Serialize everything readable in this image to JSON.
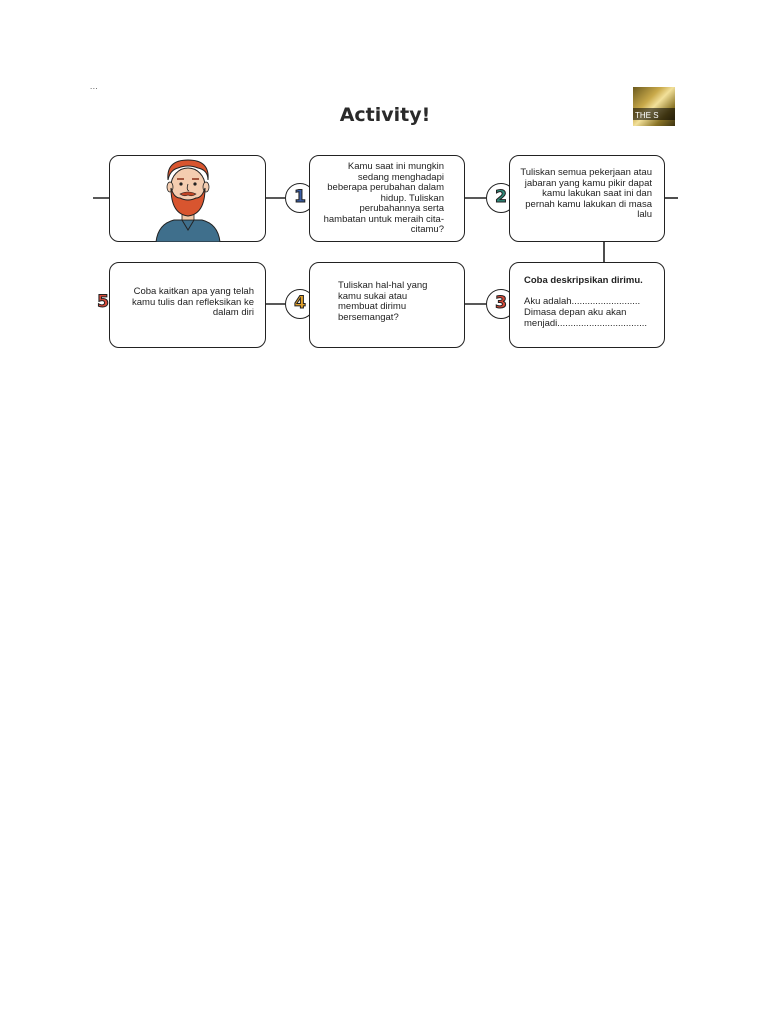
{
  "header": {
    "cut_text": "...",
    "title": "Activity!",
    "thumbnail_label": "THE S"
  },
  "steps": [
    {
      "number": "1",
      "color": "#3b5fa8",
      "text": "Kamu saat ini mungkin sedang menghadapi beberapa perubahan dalam hidup. Tuliskan perubahannya serta hambatan untuk meraih cita-citamu?"
    },
    {
      "number": "2",
      "color": "#2f8a7a",
      "text": "Tuliskan semua pekerjaan atau jabaran yang kamu pikir dapat kamu lakukan saat ini dan pernah kamu lakukan di masa lalu"
    },
    {
      "number": "3",
      "color": "#d64a3a",
      "heading": "Coba deskripsikan dirimu.",
      "line1": "Aku adalah..........................",
      "line2": "Dimasa depan aku akan menjadi.................................."
    },
    {
      "number": "4",
      "color": "#e0a02a",
      "text": "Tuliskan hal-hal yang kamu sukai atau membuat dirimu bersemangat?"
    },
    {
      "number": "5",
      "color": "#d64a3a",
      "text": "Coba kaitkan apa yang telah kamu tulis dan refleksikan ke dalam diri"
    }
  ],
  "illustration": {
    "name": "red-bearded-man"
  }
}
